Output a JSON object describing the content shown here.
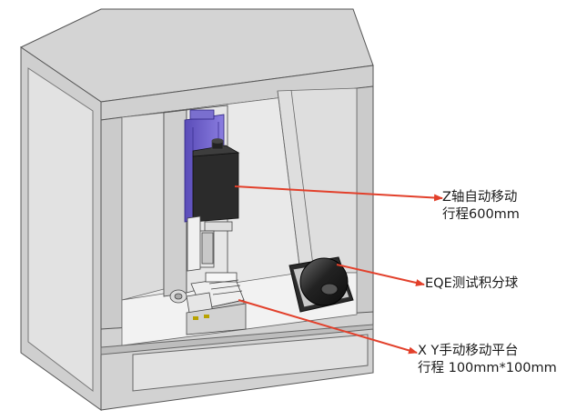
{
  "callouts": {
    "z_axis": {
      "line1": "Z轴自动移动",
      "line2": "行程600mm"
    },
    "eqe": {
      "line1": "EQE测试积分球"
    },
    "xy_stage": {
      "line1": "X Y手动移动平台",
      "line2": "行程 100mm*100mm"
    }
  },
  "colors": {
    "arrow": "#e2402b",
    "frame_fill": "#d8d8d8",
    "frame_stroke": "#555555",
    "z_plate": "#6f61c9",
    "camera_box": "#2b2b2b",
    "sphere": "#1e1e1e"
  }
}
